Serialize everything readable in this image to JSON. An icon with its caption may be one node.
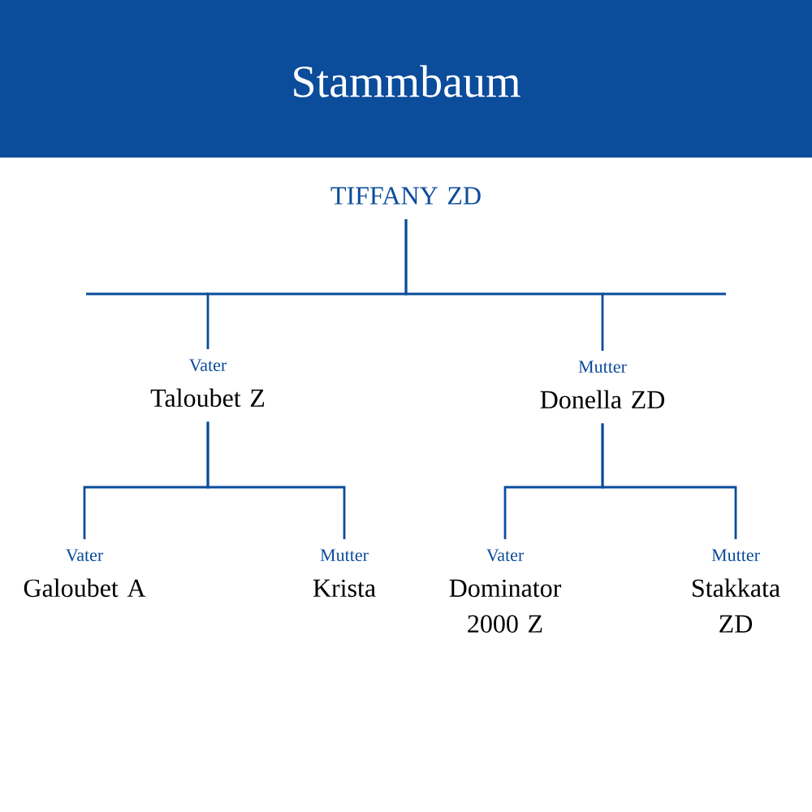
{
  "diagram": {
    "title": "Stammbaum",
    "nodes": [
      {
        "text": [
          "TIFFANY ZD"
        ]
      },
      {
        "text": [
          "Vater",
          "Taloubet Z"
        ]
      },
      {
        "text": [
          "Mutter",
          "Donella ZD"
        ]
      },
      {
        "text": [
          "Vater",
          "Galoubet A"
        ]
      },
      {
        "text": [
          "Mutter",
          "Krista"
        ]
      },
      {
        "text": [
          "Vater",
          "Dominator 2000 Z"
        ]
      },
      {
        "text": [
          "Mutter",
          "Stakkata ZD"
        ]
      }
    ],
    "edges": [
      {
        "from": 0,
        "to": 1,
        "arrow": "none"
      },
      {
        "from": 0,
        "to": 2,
        "arrow": "none"
      },
      {
        "from": 1,
        "to": 3,
        "arrow": "none"
      },
      {
        "from": 1,
        "to": 4,
        "arrow": "none"
      },
      {
        "from": 2,
        "to": 5,
        "arrow": "none"
      },
      {
        "from": 2,
        "to": 6,
        "arrow": "none"
      }
    ]
  }
}
